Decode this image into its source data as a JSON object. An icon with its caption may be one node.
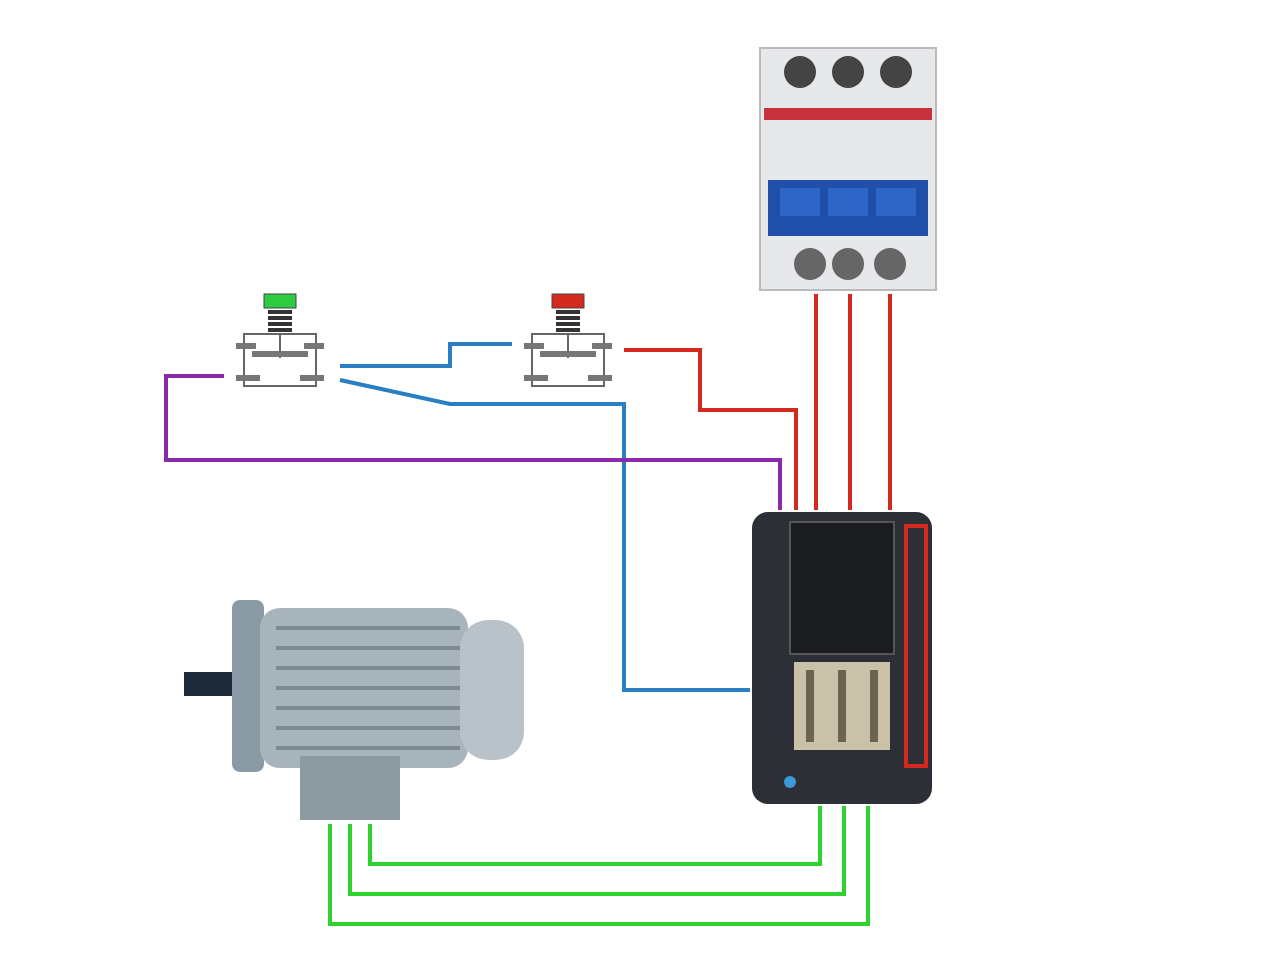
{
  "diagram": {
    "nodes": [
      {
        "text": [],
        "shape": "picture"
      },
      {
        "text": [],
        "shape": "picture"
      },
      {
        "text": [],
        "shape": "picture"
      },
      {
        "text": [],
        "shape": "picture"
      },
      {
        "text": [],
        "shape": "picture"
      }
    ],
    "edges": [
      {
        "from": 0,
        "to": 3,
        "arrow": "none",
        "color": "#d42a1e"
      },
      {
        "from": 0,
        "to": 3,
        "arrow": "none",
        "color": "#d42a1e"
      },
      {
        "from": 0,
        "to": 3,
        "arrow": "none",
        "color": "#d42a1e"
      },
      {
        "from": 2,
        "to": 3,
        "arrow": "none",
        "color": "#d42a1e"
      },
      {
        "from": 1,
        "to": 2,
        "arrow": "none",
        "color": "#2a7fc4"
      },
      {
        "from": 1,
        "to": 3,
        "arrow": "none",
        "color": "#2a7fc4"
      },
      {
        "from": 1,
        "to": 3,
        "arrow": "none",
        "color": "#8a2aa8"
      },
      {
        "from": 3,
        "to": 4,
        "arrow": "none",
        "color": "#2ed12e"
      },
      {
        "from": 3,
        "to": 4,
        "arrow": "none",
        "color": "#2ed12e"
      },
      {
        "from": 3,
        "to": 4,
        "arrow": "none",
        "color": "#2ed12e"
      }
    ]
  }
}
